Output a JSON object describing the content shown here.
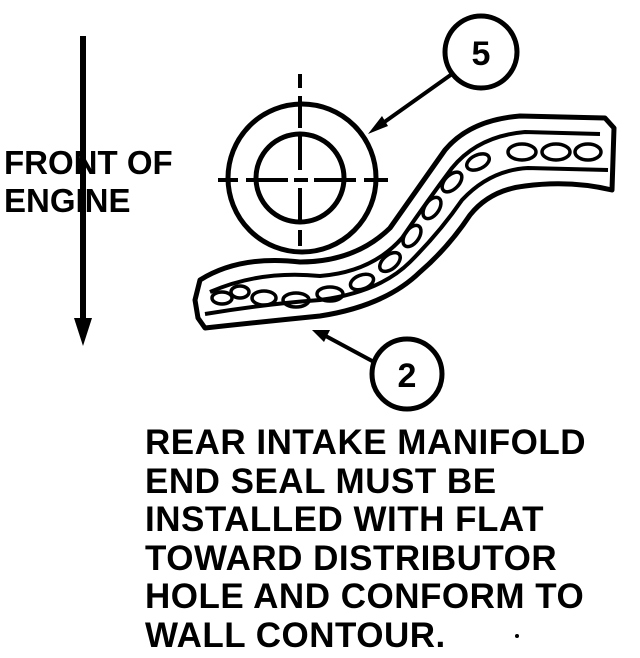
{
  "direction_label": {
    "line1": "FRONT OF",
    "line2": "ENGINE"
  },
  "callouts": [
    {
      "number": "5"
    },
    {
      "number": "2"
    }
  ],
  "caption": {
    "lines": [
      "REAR INTAKE MANIFOLD",
      "END SEAL MUST BE",
      "INSTALLED WITH FLAT",
      "TOWARD DISTRIBUTOR",
      "HOLE AND CONFORM TO",
      "WALL CONTOUR."
    ]
  },
  "colors": {
    "ink": "#000000",
    "paper": "#ffffff"
  }
}
